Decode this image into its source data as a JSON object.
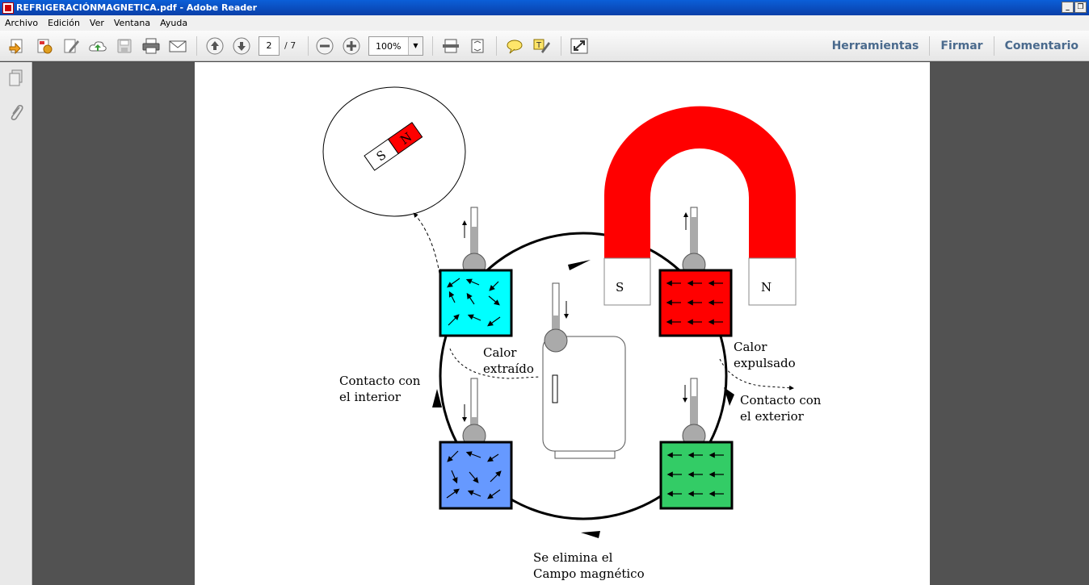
{
  "window": {
    "title": "REFRIGERACIÓNMAGNETICA.pdf - Adobe Reader",
    "min": "_",
    "restore": "❐"
  },
  "menu": [
    "Archivo",
    "Edición",
    "Ver",
    "Ventana",
    "Ayuda"
  ],
  "toolbar": {
    "page_current": "2",
    "page_total": "/ 7",
    "zoom": "100%",
    "zoom_dropdown": "▼",
    "links": [
      "Herramientas",
      "Firmar",
      "Comentario"
    ]
  },
  "diagram": {
    "compass_n": "N",
    "compass_s": "S",
    "magnet_s": "S",
    "magnet_n": "N",
    "calor_extraido_1": "Calor",
    "calor_extraido_2": "extraído",
    "calor_expulsado_1": "Calor",
    "calor_expulsado_2": "expulsado",
    "contacto_interior_1": "Contacto con",
    "contacto_interior_2": "el interior",
    "contacto_exterior_1": "Contacto con",
    "contacto_exterior_2": "el exterior",
    "elimina_1": "Se elimina el",
    "elimina_2": "Campo magnético",
    "colors": {
      "cyan": "#00ffff",
      "red": "#ff0000",
      "blue": "#6699ff",
      "green": "#33cc66",
      "gray": "#aaaaaa"
    }
  }
}
